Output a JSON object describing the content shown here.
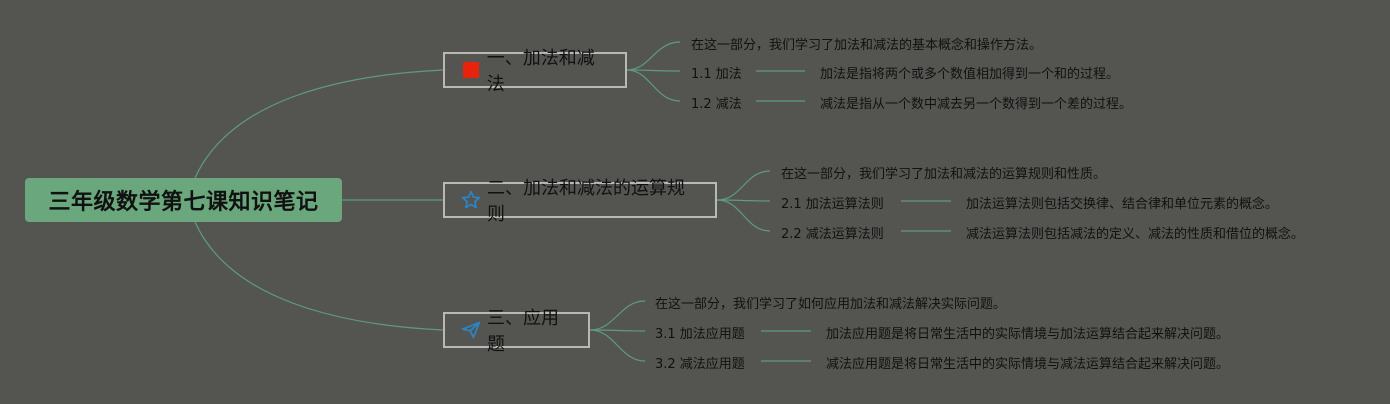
{
  "root": {
    "title": "三年级数学第七课知识笔记"
  },
  "branches": [
    {
      "title": "一、加法和减法",
      "icon": "red-square-icon",
      "intro": "在这一部分，我们学习了加法和减法的基本概念和操作方法。",
      "items": [
        {
          "label": "1.1 加法",
          "desc": "加法是指将两个或多个数值相加得到一个和的过程。"
        },
        {
          "label": "1.2 减法",
          "desc": "减法是指从一个数中减去另一个数得到一个差的过程。"
        }
      ]
    },
    {
      "title": "二、加法和减法的运算规则",
      "icon": "star-outline-icon",
      "intro": "在这一部分，我们学习了加法和减法的运算规则和性质。",
      "items": [
        {
          "label": "2.1 加法运算法则",
          "desc": "加法运算法则包括交换律、结合律和单位元素的概念。"
        },
        {
          "label": "2.2 减法运算法则",
          "desc": "减法运算法则包括减法的定义、减法的性质和借位的概念。"
        }
      ]
    },
    {
      "title": "三、应用题",
      "icon": "paper-plane-icon",
      "intro": "在这一部分，我们学习了如何应用加法和减法解决实际问题。",
      "items": [
        {
          "label": "3.1 加法应用题",
          "desc": "加法应用题是将日常生活中的实际情境与加法运算结合起来解决问题。"
        },
        {
          "label": "3.2 减法应用题",
          "desc": "减法应用题是将日常生活中的实际情境与减法运算结合起来解决问题。"
        }
      ]
    }
  ],
  "colors": {
    "background": "#545551",
    "root_fill": "#6aa77c",
    "connector": "#5f9a86",
    "branch_border": "#b8b8b8",
    "icon_red": "#e8230c",
    "icon_blue": "#2a86c8"
  }
}
